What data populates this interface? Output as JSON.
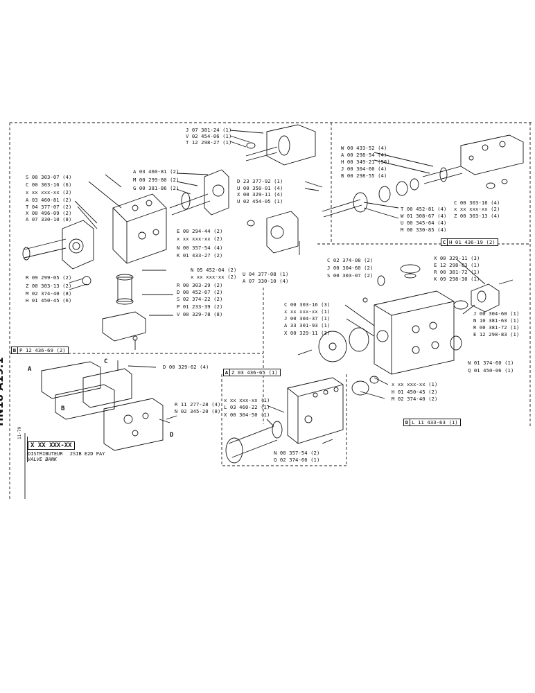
{
  "sheet": {
    "code": "HN18 A19.1",
    "date": "11-79",
    "part_number": "X XX XXX-XX",
    "title_fr": "DISTRIBUTEUR",
    "model": "2SIB E2D PAY",
    "title_en": "VALVE BANK"
  },
  "callouts": {
    "main": [
      "J 07 381-24 (1)",
      "V 02 454-06 (1)",
      "T 12 298-27 (1)",
      "A 03 460-81 (2)",
      "M 00 299-80 (2)",
      "G 00 381-86 (2)",
      "S 00 303-07 (4)",
      "C 00 303-16 (6)",
      "x xx xxx-xx (2)",
      "A 03 460-81 (2)",
      "T 04 377-07 (2)",
      "X 00 496-09 (2)",
      "A 07 330-10 (8)",
      "E 00 294-44 (2)",
      "x xx xxx-xx (2)",
      "N 00 357-54 (4)",
      "K 01 433-27 (2)",
      "N 05 452-04 (2)",
      "x xx xxx-xx (2)",
      "R 09 299-05 (2)",
      "Z 00 303-13 (2)",
      "M 02 374-40 (8)",
      "H 01 450-45 (6)",
      "R 00 303-29 (2)",
      "D 00 452-67 (2)",
      "S 02 374-22 (2)",
      "P 01 233-39 (2)",
      "V 00 329-78 (8)",
      "D 23 377-92 (1)",
      "U 00 350-01 (4)",
      "X 00 329-11 (4)",
      "U 02 454-05 (1)",
      "U 04 377-08 (1)",
      "A 07 330-10 (4)"
    ],
    "c_group": [
      "W 00 433-52 (4)",
      "A 00 298-54 (4)",
      "H 00 349-21 (56)",
      "J 00 304-60 (4)",
      "B 00 298-55 (4)",
      "T 00 452-81 (4)",
      "W 01 308-67 (4)",
      "U 00 345-64 (4)",
      "M 00 330-85 (4)",
      "C 00 303-16 (4)",
      "x xx xxx-xx (2)",
      "Z 00 303-13 (4)"
    ],
    "d_group": [
      "C 02 374-08 (2)",
      "J 00 304-60 (2)",
      "S 00 303-07 (2)",
      "X 00 329-11 (3)",
      "E 12 298-83 (1)",
      "R 00 381-72 (1)",
      "K 09 298-30 (1)",
      "C 00 303-16 (3)",
      "x xx xxx-xx (1)",
      "J 00 304-37 (1)",
      "A 33 301-93 (1)",
      "X 00 329-11 (3)",
      "J 00 304-60 (1)",
      "N 10 381-63 (1)",
      "R 00 381-72 (1)",
      "E 12 298-83 (1)",
      "N 01 374-60 (1)",
      "Q 01 450-06 (1)",
      "x xx xxx-xx (1)",
      "H 01 450-45 (2)",
      "M 02 374-40 (2)"
    ],
    "b_group": [
      "D 00 329-62 (4)",
      "R 11 277-28 (4)",
      "N 02 345-20 (8)"
    ],
    "a_group": [
      "x xx xxx-xx (1)",
      "L 03 460-22 (1)",
      "X 00 304-50 (1)",
      "N 00 357-54 (2)",
      "Q 02 374-66 (1)"
    ]
  },
  "group_boxes": {
    "b": {
      "tag": "B",
      "ref": "P 12 436-69 (2)"
    },
    "c": {
      "tag": "C",
      "ref": "H 01 436-19 (2)"
    },
    "a": {
      "tag": "A",
      "ref": "Z 03 436-65 (1)"
    },
    "d": {
      "tag": "D",
      "ref": "L 11 433-63 (1)"
    }
  },
  "assembly_letters": [
    "A",
    "B",
    "C",
    "D"
  ],
  "colors": {
    "ink": "#111111",
    "paper": "#ffffff"
  }
}
